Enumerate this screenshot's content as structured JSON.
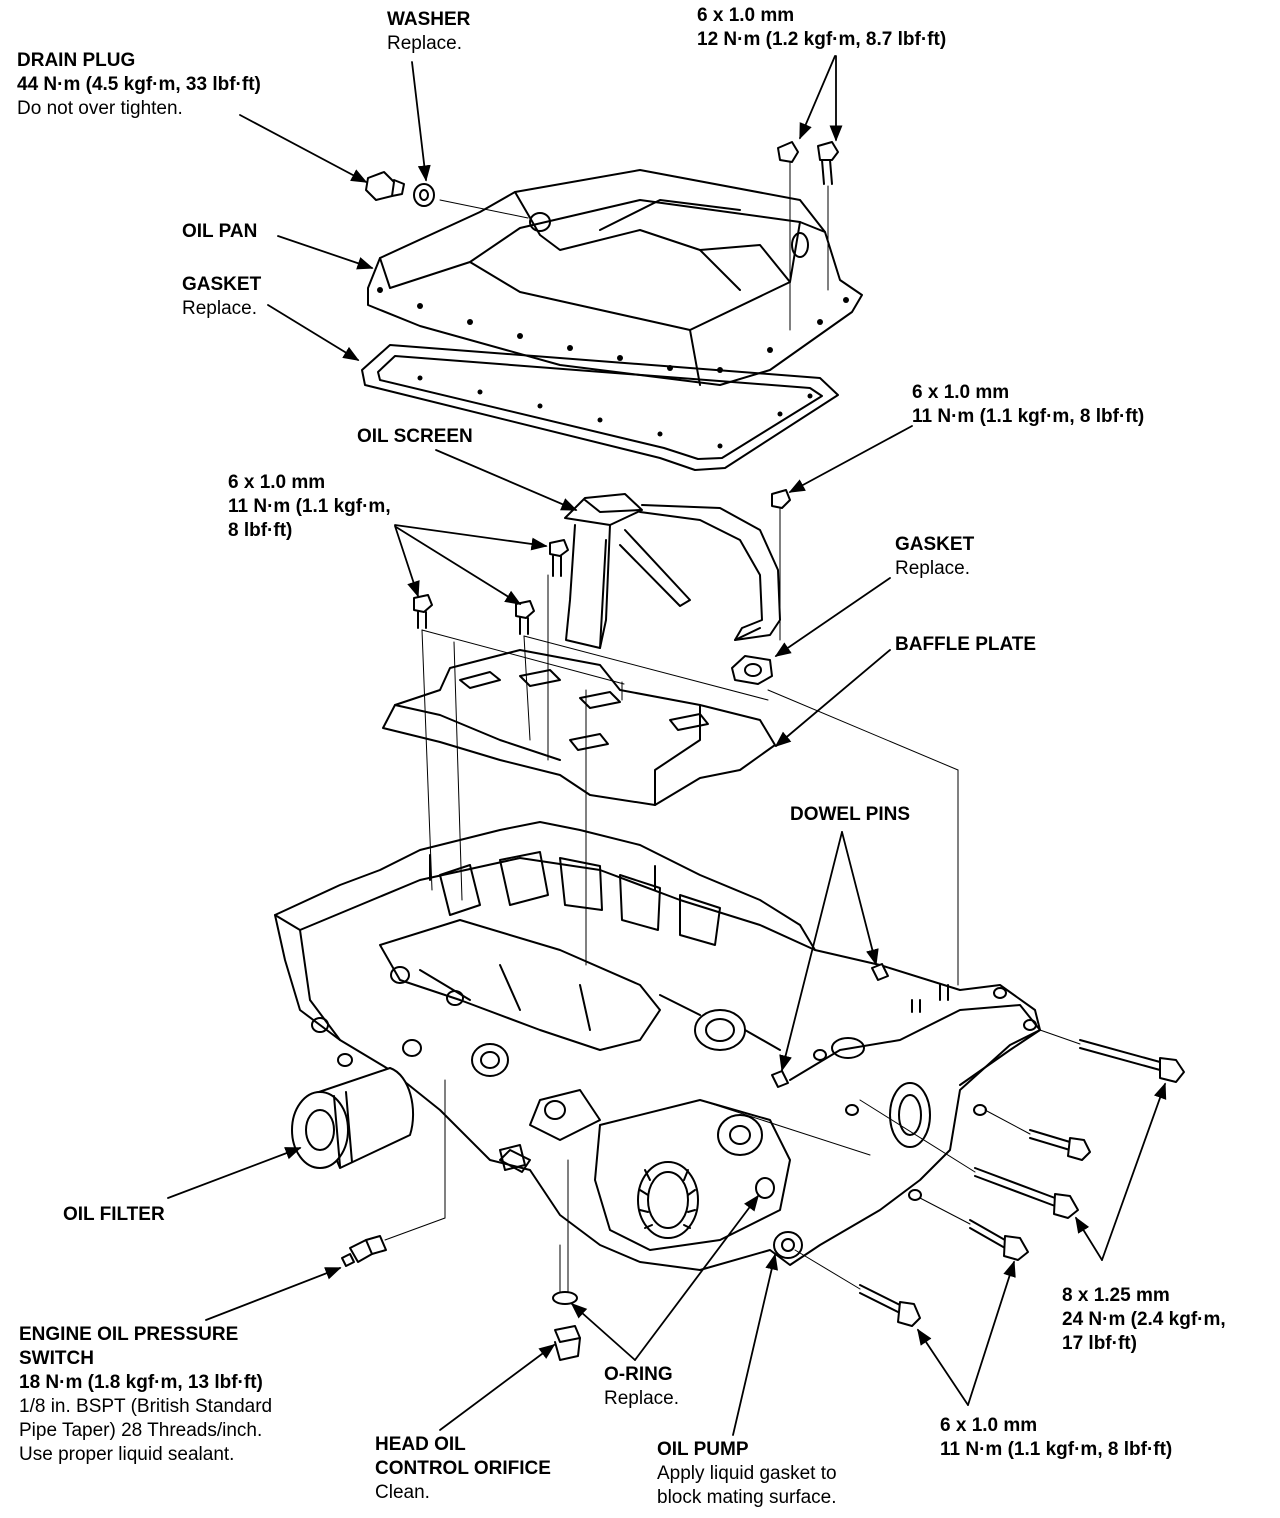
{
  "drain_plug": {
    "title": "DRAIN PLUG",
    "spec": "44 N·m (4.5 kgf·m, 33 lbf·ft)",
    "note": "Do not over tighten."
  },
  "washer": {
    "title": "WASHER",
    "note": "Replace."
  },
  "pan_bolt": {
    "size": "6 x 1.0 mm",
    "torque": "12 N·m (1.2 kgf·m, 8.7 lbf·ft)"
  },
  "oil_pan": {
    "title": "OIL PAN"
  },
  "pan_gasket": {
    "title": "GASKET",
    "note": "Replace."
  },
  "screen_bolt_right": {
    "size": "6 x 1.0 mm",
    "torque": "11 N·m (1.1 kgf·m, 8 lbf·ft)"
  },
  "oil_screen": {
    "title": "OIL SCREEN"
  },
  "baffle_bolts": {
    "size": "6 x 1.0 mm",
    "torque_1": "11 N·m (1.1 kgf·m,",
    "torque_2": "8 lbf·ft)"
  },
  "screen_gasket": {
    "title": "GASKET",
    "note": "Replace."
  },
  "baffle_plate": {
    "title": "BAFFLE PLATE"
  },
  "dowel_pins": {
    "title": "DOWEL PINS"
  },
  "oil_filter": {
    "title": "OIL FILTER"
  },
  "pump_bolts_large": {
    "size": "8 x 1.25 mm",
    "torque_1": "24 N·m (2.4 kgf·m,",
    "torque_2": "17 lbf·ft)"
  },
  "pressure_switch": {
    "title_1": "ENGINE OIL PRESSURE",
    "title_2": "SWITCH",
    "spec": "18 N·m (1.8 kgf·m, 13 lbf·ft)",
    "note_1": "1/8 in. BSPT (British Standard",
    "note_2": "Pipe Taper) 28 Threads/inch.",
    "note_3": "Use proper liquid sealant."
  },
  "o_ring": {
    "title": "O-RING",
    "note": "Replace."
  },
  "orifice": {
    "title_1": "HEAD OIL",
    "title_2": "CONTROL ORIFICE",
    "note": "Clean."
  },
  "oil_pump": {
    "title": "OIL PUMP",
    "note_1": "Apply liquid gasket to",
    "note_2": "block mating surface."
  },
  "pump_bolts_small": {
    "size": "6 x 1.0 mm",
    "torque": "11 N·m (1.1 kgf·m, 8 lbf·ft)"
  }
}
